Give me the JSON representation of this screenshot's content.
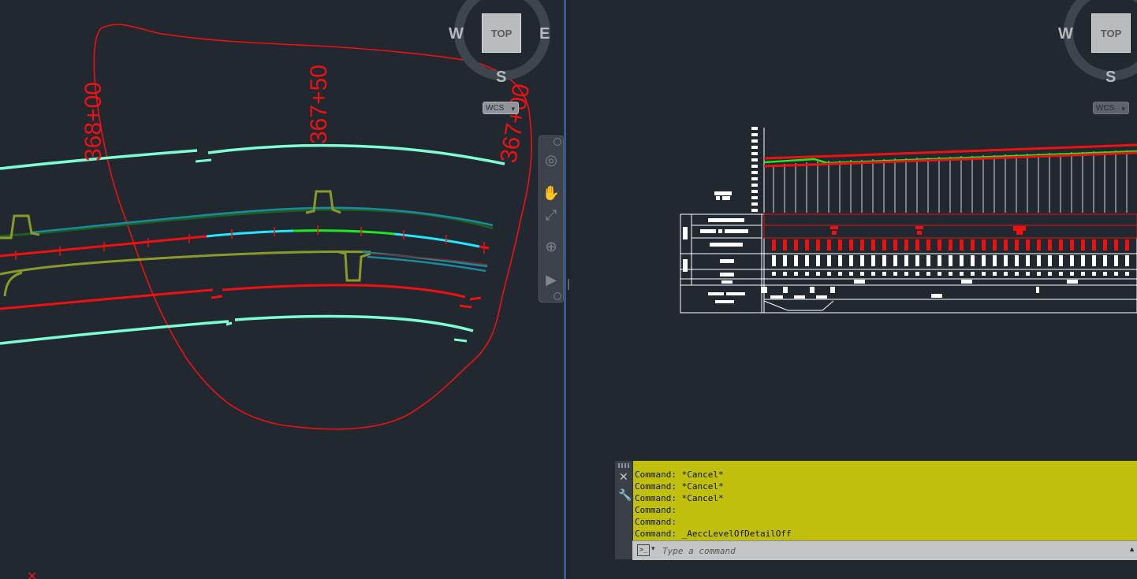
{
  "left_viewport": {
    "station_labels": [
      "368+00",
      "367+50",
      "367+00"
    ],
    "viewcube": {
      "face": "TOP",
      "west": "W",
      "east": "E",
      "south": "S"
    },
    "wcs_label": "WCS"
  },
  "right_viewport": {
    "viewcube": {
      "face": "TOP",
      "west": "W",
      "south": "S"
    },
    "wcs_label": "WCS"
  },
  "navigation_bar": {
    "tools": [
      "steering-wheel",
      "pan",
      "zoom-extents",
      "orbit",
      "showmotion"
    ]
  },
  "command_window": {
    "history": [
      "Command: *Cancel*",
      "Command: *Cancel*",
      "Command: *Cancel*",
      "Command:",
      "Command:",
      "Command: _AeccLevelOfDetailOff"
    ],
    "input_placeholder": "Type a command",
    "background_color": "#bfbf0c"
  },
  "colors": {
    "canvas_background": "#212830",
    "red": "#ee1111",
    "aqua": "#7fffd4",
    "olive": "#8a9a28",
    "teal": "#1b8a9c",
    "green": "#1ee81e",
    "cyan": "#22e8ff"
  }
}
